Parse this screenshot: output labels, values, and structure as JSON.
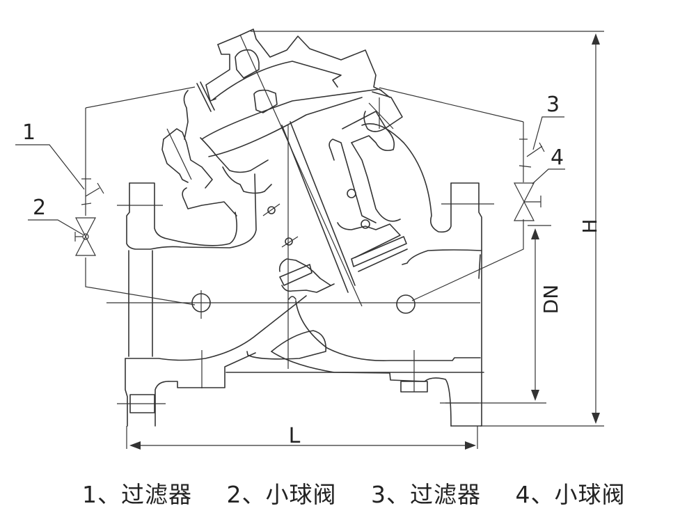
{
  "diagram": {
    "title": "Valve outline drawing",
    "callouts": [
      {
        "id": "1",
        "label": "1"
      },
      {
        "id": "2",
        "label": "2"
      },
      {
        "id": "3",
        "label": "3"
      },
      {
        "id": "4",
        "label": "4"
      }
    ],
    "dimensions": {
      "height_label": "H",
      "nominal_diameter_label": "DN",
      "length_label": "L"
    },
    "legend": [
      {
        "number": "1、",
        "name": "过滤器"
      },
      {
        "number": "2、",
        "name": "小球阀"
      },
      {
        "number": "3、",
        "name": "过滤器"
      },
      {
        "number": "4、",
        "name": "小球阀"
      }
    ],
    "line_color": "#333333"
  }
}
